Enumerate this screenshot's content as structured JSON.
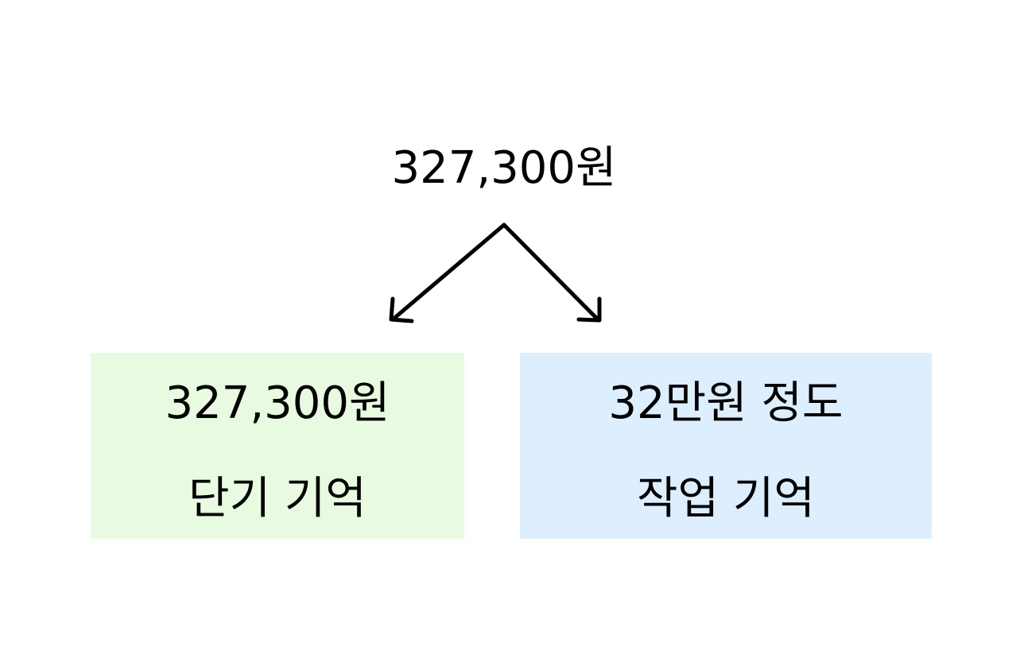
{
  "diagram": {
    "source": {
      "label": "327,300원"
    },
    "nodes": [
      {
        "value": "327,300원",
        "caption": "단기 기억",
        "color": "#e8fbe0"
      },
      {
        "value": "32만원 정도",
        "caption": "작업 기억",
        "color": "#ddeeff"
      }
    ]
  },
  "colors": {
    "arrow": "#000000",
    "text": "#000000"
  }
}
